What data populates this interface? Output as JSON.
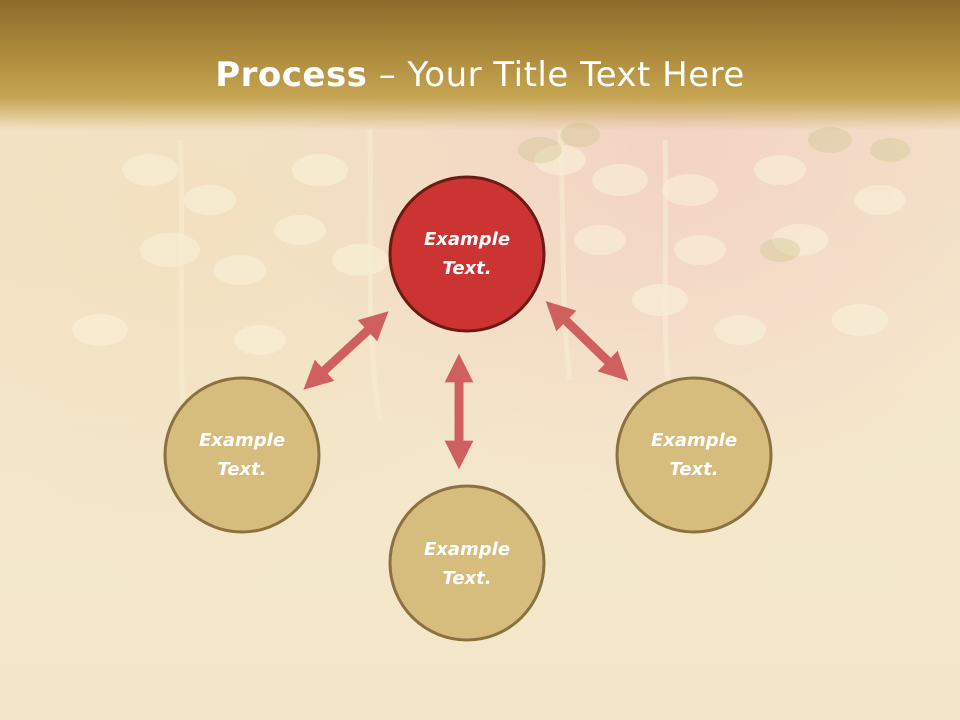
{
  "title": {
    "bold": "Process",
    "rest": " – Your Title Text Here"
  },
  "nodes": [
    {
      "id": "top",
      "line1": "Example",
      "line2": "Text.",
      "fill": "#cc3333",
      "stroke": "#6b1b12"
    },
    {
      "id": "left",
      "line1": "Example",
      "line2": "Text.",
      "fill": "#d6bd7e",
      "stroke": "#8a7240"
    },
    {
      "id": "bottom",
      "line1": "Example",
      "line2": "Text.",
      "fill": "#d6bd7e",
      "stroke": "#8a7240"
    },
    {
      "id": "right",
      "line1": "Example",
      "line2": "Text.",
      "fill": "#d6bd7e",
      "stroke": "#8a7240"
    }
  ],
  "colors": {
    "arrow": "#d06060",
    "title_bar": "#b08d3e"
  }
}
